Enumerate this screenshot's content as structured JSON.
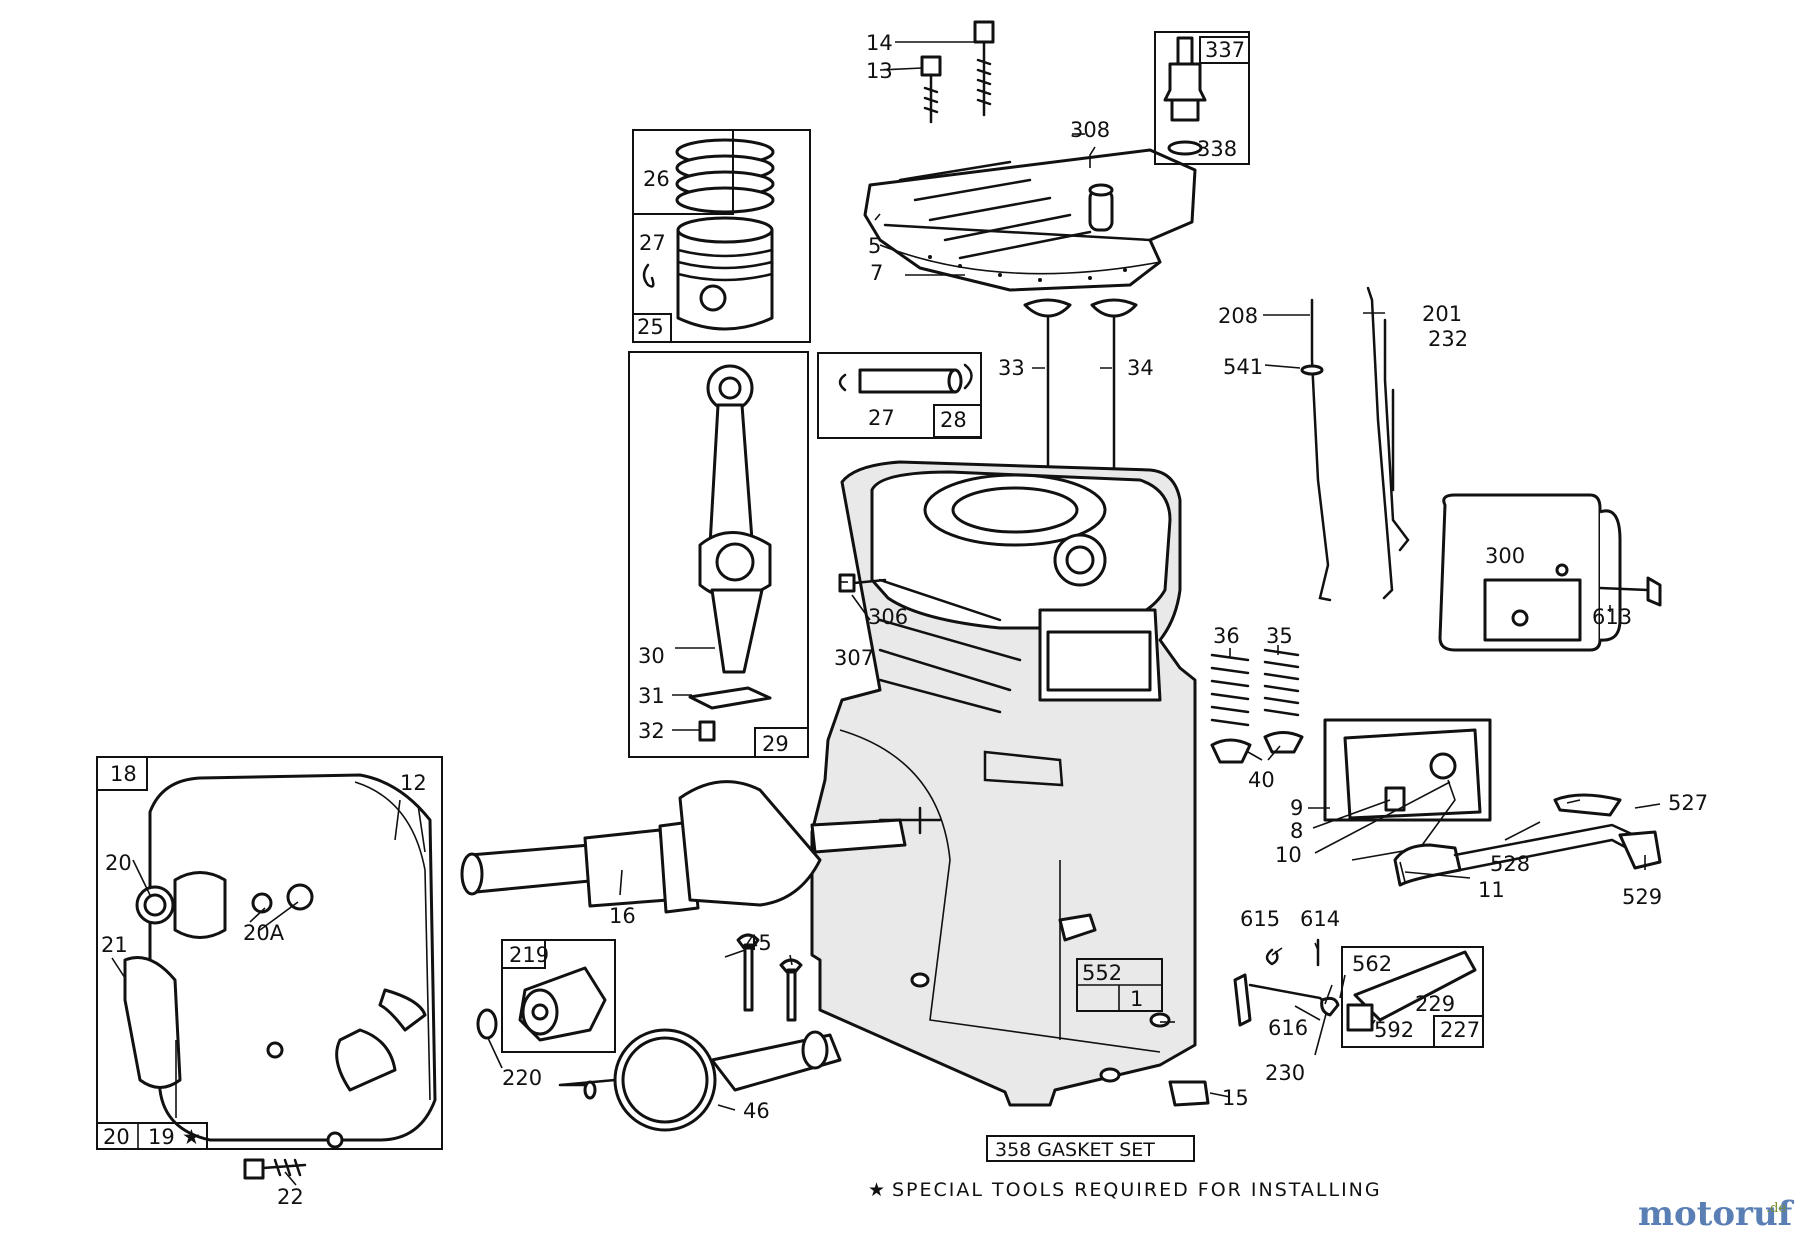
{
  "diagram": {
    "callouts": {
      "c14": "14",
      "c13": "13",
      "c337": "337",
      "c338": "338",
      "c308": "308",
      "c5": "5",
      "c7": "7",
      "c26": "26",
      "c27a": "27",
      "c25": "25",
      "c208": "208",
      "c201": "201",
      "c232": "232",
      "c541": "541",
      "c33": "33",
      "c34": "34",
      "c27b": "27",
      "c28": "28",
      "c300": "300",
      "c613": "613",
      "c306": "306",
      "c307": "307",
      "c30": "30",
      "c31": "31",
      "c32": "32",
      "c29": "29",
      "c36": "36",
      "c35": "35",
      "c40": "40",
      "c18": "18",
      "c12": "12",
      "c20": "20",
      "c20A": "20A",
      "c21": "21",
      "c9": "9",
      "c8": "8",
      "c10": "10",
      "c11": "11",
      "c527": "527",
      "c528": "528",
      "c529": "529",
      "c16": "16",
      "c615": "615",
      "c614": "614",
      "c562": "562",
      "c229": "229",
      "c592": "592",
      "c227": "227",
      "c616": "616",
      "c230": "230",
      "c552": "552",
      "c1": "1",
      "c219": "219",
      "c45": "45",
      "c220": "220",
      "c46": "46",
      "c15": "15",
      "c20b": "20",
      "c19": "19",
      "c22": "22"
    },
    "star_glyph": "★",
    "gasket_set_label": "358 GASKET SET",
    "special_tools_note": "SPECIAL TOOLS REQUIRED FOR INSTALLING"
  },
  "watermark": {
    "brand": "motoruf",
    "tld": ".de",
    "colors": {
      "brand_left": "#5a7fb5",
      "brand_right": "#7a8c2e"
    }
  }
}
